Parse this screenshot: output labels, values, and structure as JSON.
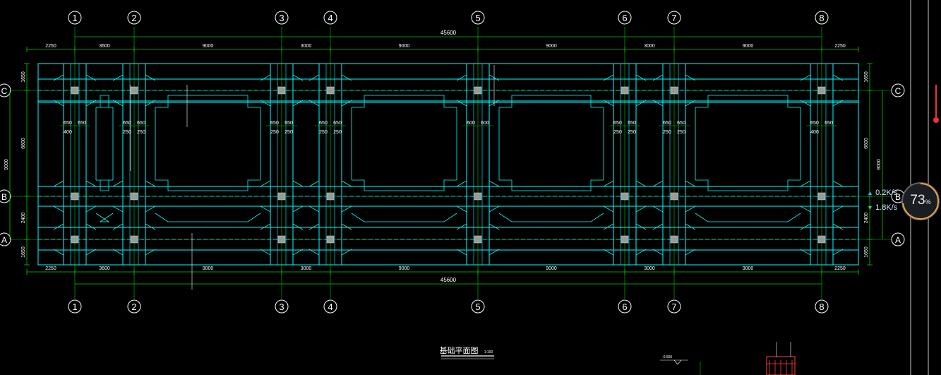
{
  "axes_x": [
    "1",
    "2",
    "3",
    "4",
    "5",
    "6",
    "7",
    "8"
  ],
  "axes_y": [
    "C",
    "B",
    "A"
  ],
  "total_dim": "45600",
  "top_spans": [
    "2250",
    "3600",
    "9000",
    "3000",
    "9000",
    "9000",
    "3000",
    "9000",
    "2250"
  ],
  "bottom_spans": [
    "2250",
    "3600",
    "9000",
    "3000",
    "9000",
    "9000",
    "3000",
    "9000",
    "2250"
  ],
  "side_left": [
    "1650",
    "6600",
    "2400",
    "1650"
  ],
  "side_left_total": "9000",
  "side_right": [
    "1650",
    "6600",
    "2400",
    "1650"
  ],
  "side_right_total": "9000",
  "col_widths_row": [
    [
      "650",
      "650"
    ],
    [
      "650",
      "650"
    ],
    [
      "650",
      "650"
    ],
    [
      "650",
      "650"
    ],
    [
      "600",
      "600"
    ],
    [
      "650",
      "650"
    ],
    [
      "650",
      "650"
    ],
    [
      "650",
      "650"
    ]
  ],
  "col_widths_row2": [
    [
      "400",
      ""
    ],
    [
      "250",
      "250"
    ],
    [
      "250",
      "250"
    ],
    [
      "250",
      "250"
    ],
    [
      "",
      ""
    ],
    [
      "250",
      "250"
    ],
    [
      "250",
      "250"
    ],
    [
      "400",
      ""
    ]
  ],
  "drawing_title": "基础平面图",
  "drawing_scale": "1:100",
  "elevation_label": "-0.500",
  "network": {
    "up": "0.2K/s",
    "down": "1.8K/s"
  },
  "gauge": {
    "value": "73",
    "unit": "%"
  },
  "colors": {
    "grid": "#00cc00",
    "beam": "#00ffff",
    "dim_text": "#ffffff",
    "column": "#9a9a9a"
  }
}
